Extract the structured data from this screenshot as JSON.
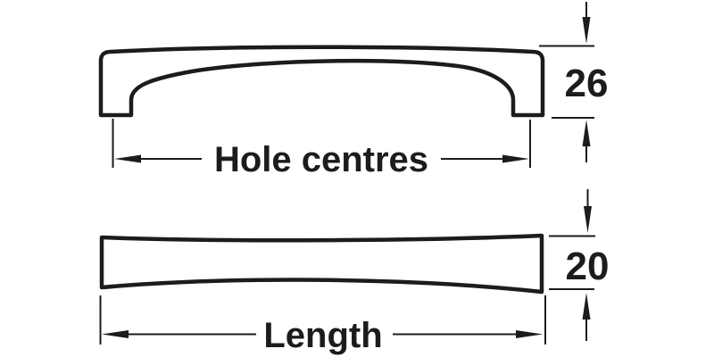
{
  "colors": {
    "line": "#1c1c1e",
    "background": "#ffffff"
  },
  "drawing": {
    "front_view": {
      "hole_centres_label": "Hole centres",
      "height_value": "26"
    },
    "side_view": {
      "length_label": "Length",
      "height_value": "20"
    }
  }
}
